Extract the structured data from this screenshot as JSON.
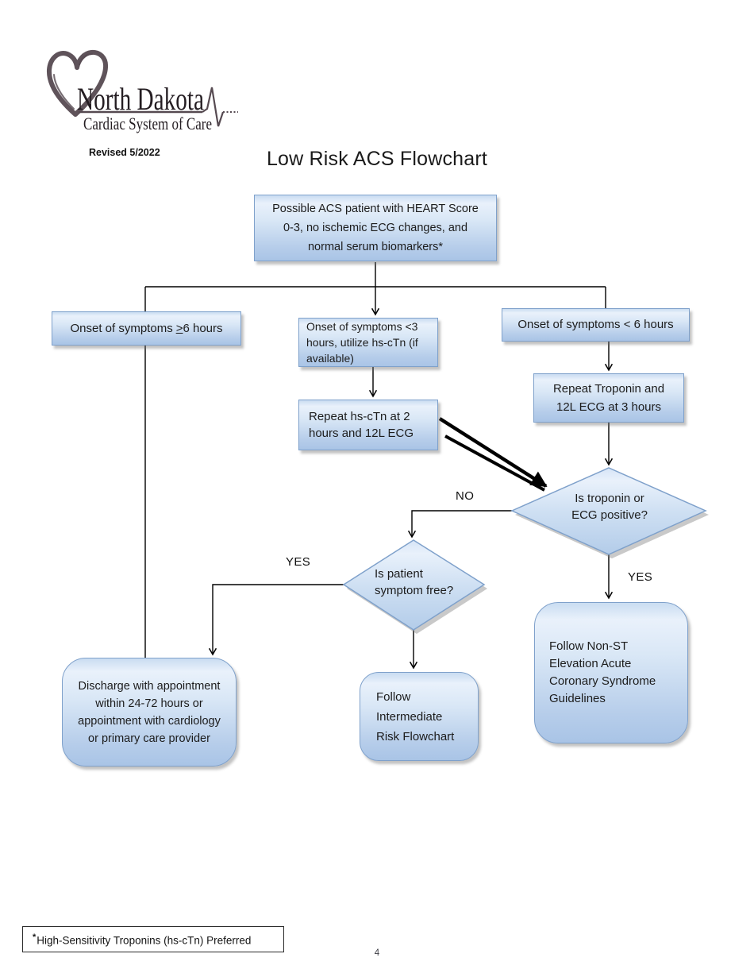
{
  "page": {
    "title": "Low Risk ACS Flowchart",
    "revised": "Revised 5/2022",
    "page_number": "4"
  },
  "logo": {
    "name": "North Dakota",
    "tagline": "Cardiac System of Care"
  },
  "flowchart": {
    "start_lines": [
      "Possible ACS patient with HEART Score",
      "0-3, no ischemic ECG changes, and",
      "normal serum biomarkers*"
    ],
    "onset_gte6": {
      "pre": "Onset of symptoms",
      "op": ">",
      "post": "6 hours"
    },
    "onset_lt3_lines": [
      "Onset of symptoms <3",
      "hours, utilize hs-cTn (if",
      "available)"
    ],
    "onset_lt6": "Onset of symptoms < 6 hours",
    "repeat_hsctn_lines": [
      "Repeat hs-cTn at 2",
      "hours and 12L ECG"
    ],
    "repeat_troponin_lines": [
      "Repeat Troponin and",
      "12L ECG at 3 hours"
    ],
    "decision_troponin_lines": [
      "Is troponin or",
      "ECG positive?"
    ],
    "decision_symptom_lines": [
      "Is patient",
      "symptom free?"
    ],
    "labels": {
      "no": "NO",
      "yes_left": "YES",
      "yes_right": "YES"
    },
    "discharge_lines": [
      "Discharge with appointment",
      "within 24-72 hours or",
      "appointment with cardiology",
      "or primary care provider"
    ],
    "follow_intermediate_lines": [
      "Follow",
      "Intermediate",
      "Risk Flowchart"
    ],
    "follow_nste_lines": [
      "Follow Non-ST",
      "Elevation Acute",
      "Coronary Syndrome",
      "Guidelines"
    ]
  },
  "footnote": {
    "marker": "*",
    "text": "High-Sensitivity Troponins (hs-cTn) Preferred"
  },
  "colors": {
    "node_fill_top": "#e9f1fb",
    "node_fill_bottom": "#a9c4e6",
    "node_border": "#7fa1cb",
    "connector": "#000000",
    "logo_ink": "#564a51"
  }
}
